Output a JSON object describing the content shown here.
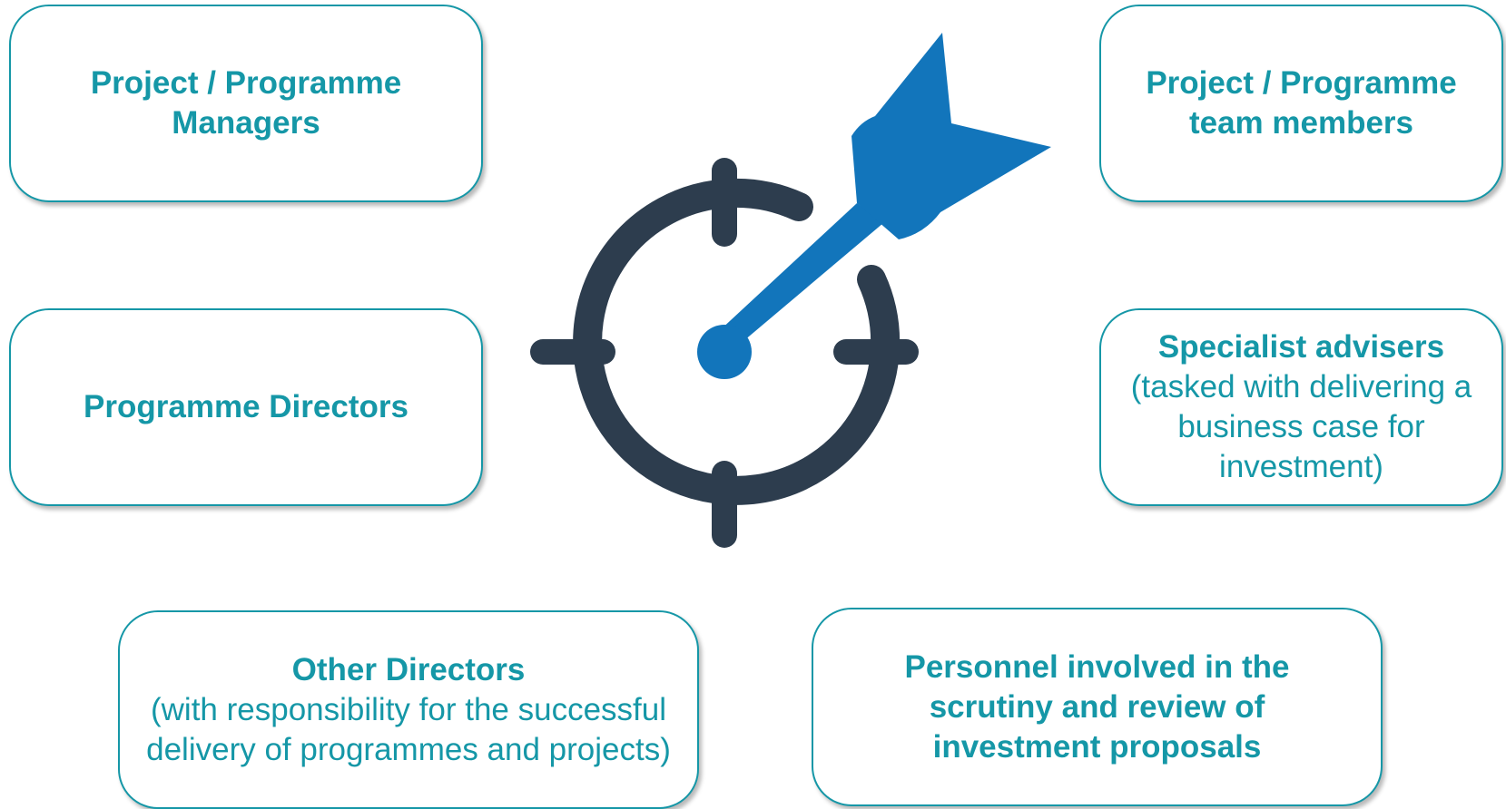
{
  "colors": {
    "accent": "#1597a7",
    "target": "#2d3d4e",
    "dart": "#1275bb"
  },
  "icon": "target-with-dart-icon",
  "audience_cards": [
    {
      "title": "Project / Programme Managers",
      "description": ""
    },
    {
      "title": "Project / Programme team members",
      "description": ""
    },
    {
      "title": "Programme Directors",
      "description": ""
    },
    {
      "title": "Specialist advisers",
      "description": "(tasked with delivering a business case for investment)"
    },
    {
      "title": "Other Directors",
      "description": "(with responsibility for the successful delivery of programmes and projects)"
    },
    {
      "title": "Personnel involved in the scrutiny and review of investment proposals",
      "description": ""
    }
  ]
}
